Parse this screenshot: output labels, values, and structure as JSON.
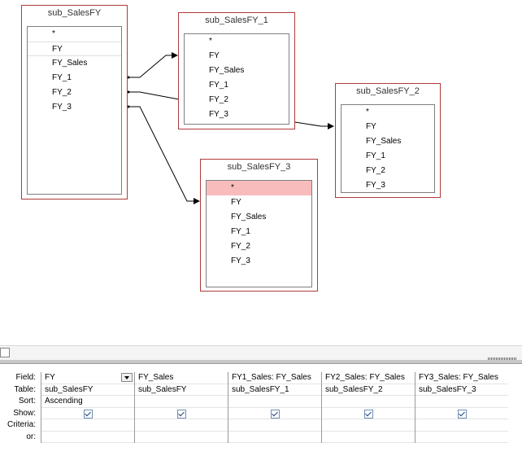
{
  "tables": [
    {
      "id": "t0",
      "title": "sub_SalesFY",
      "fields": [
        "*",
        "FY",
        "FY_Sales",
        "FY_1",
        "FY_2",
        "FY_3"
      ]
    },
    {
      "id": "t1",
      "title": "sub_SalesFY_1",
      "fields": [
        "*",
        "FY",
        "FY_Sales",
        "FY_1",
        "FY_2",
        "FY_3"
      ]
    },
    {
      "id": "t2",
      "title": "sub_SalesFY_2",
      "fields": [
        "*",
        "FY",
        "FY_Sales",
        "FY_1",
        "FY_2",
        "FY_3"
      ]
    },
    {
      "id": "t3",
      "title": "sub_SalesFY_3",
      "fields": [
        "*",
        "FY",
        "FY_Sales",
        "FY_1",
        "FY_2",
        "FY_3"
      ]
    }
  ],
  "grid": {
    "row_labels": [
      "Field:",
      "Table:",
      "Sort:",
      "Show:",
      "Criteria:",
      "or:"
    ],
    "columns": [
      {
        "field": "FY",
        "table": "sub_SalesFY",
        "sort": "Ascending",
        "show": true
      },
      {
        "field": "FY_Sales",
        "table": "sub_SalesFY",
        "sort": "",
        "show": true
      },
      {
        "field": "FY1_Sales: FY_Sales",
        "table": "sub_SalesFY_1",
        "sort": "",
        "show": true
      },
      {
        "field": "FY2_Sales: FY_Sales",
        "table": "sub_SalesFY_2",
        "sort": "",
        "show": true
      },
      {
        "field": "FY3_Sales: FY_Sales",
        "table": "sub_SalesFY_3",
        "sort": "",
        "show": true
      }
    ]
  },
  "icons": {
    "dropdown": "chevron-down-icon",
    "checkbox": "checkmark-icon"
  }
}
